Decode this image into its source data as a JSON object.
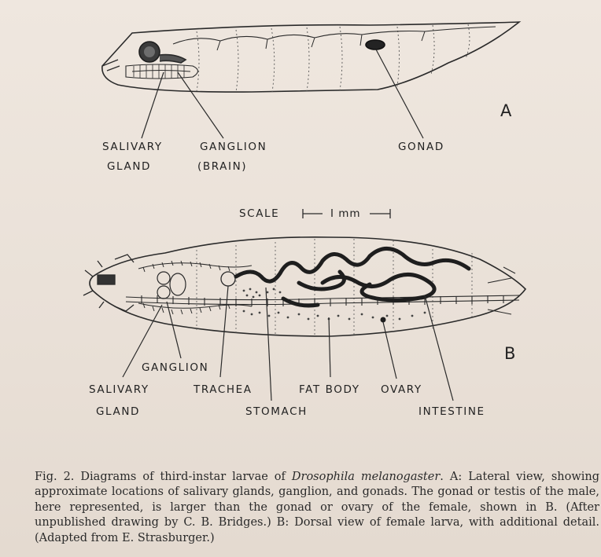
{
  "figure_a": {
    "panel_letter": "A",
    "labels": {
      "salivary_line1": "SALIVARY",
      "salivary_line2": "GLAND",
      "ganglion_line1": "GANGLION",
      "ganglion_line2": "(BRAIN)",
      "gonad": "GONAD"
    }
  },
  "scale": {
    "label": "SCALE",
    "unit": "I mm"
  },
  "figure_b": {
    "panel_letter": "B",
    "labels": {
      "ganglion": "GANGLION",
      "salivary_line1": "SALIVARY",
      "salivary_line2": "GLAND",
      "trachea": "TRACHEA",
      "stomach": "STOMACH",
      "fat_body": "FAT BODY",
      "ovary": "OVARY",
      "intestine": "INTESTINE"
    }
  },
  "caption": {
    "prefix": "Fig. 2.  Diagrams of third-instar larvae of ",
    "species": "Drosophila melanogaster",
    "rest": ".  A: Lateral view, showing approximate locations of salivary glands, ganglion, and gonads.  The gonad or testis of the male, here represented, is larger than the gonad or ovary of the female, shown in B.  (After unpublished drawing by C. B. Bridges.)  B: Dorsal view of female larva, with additional detail.  (Adapted from E. Strasburger.)"
  }
}
